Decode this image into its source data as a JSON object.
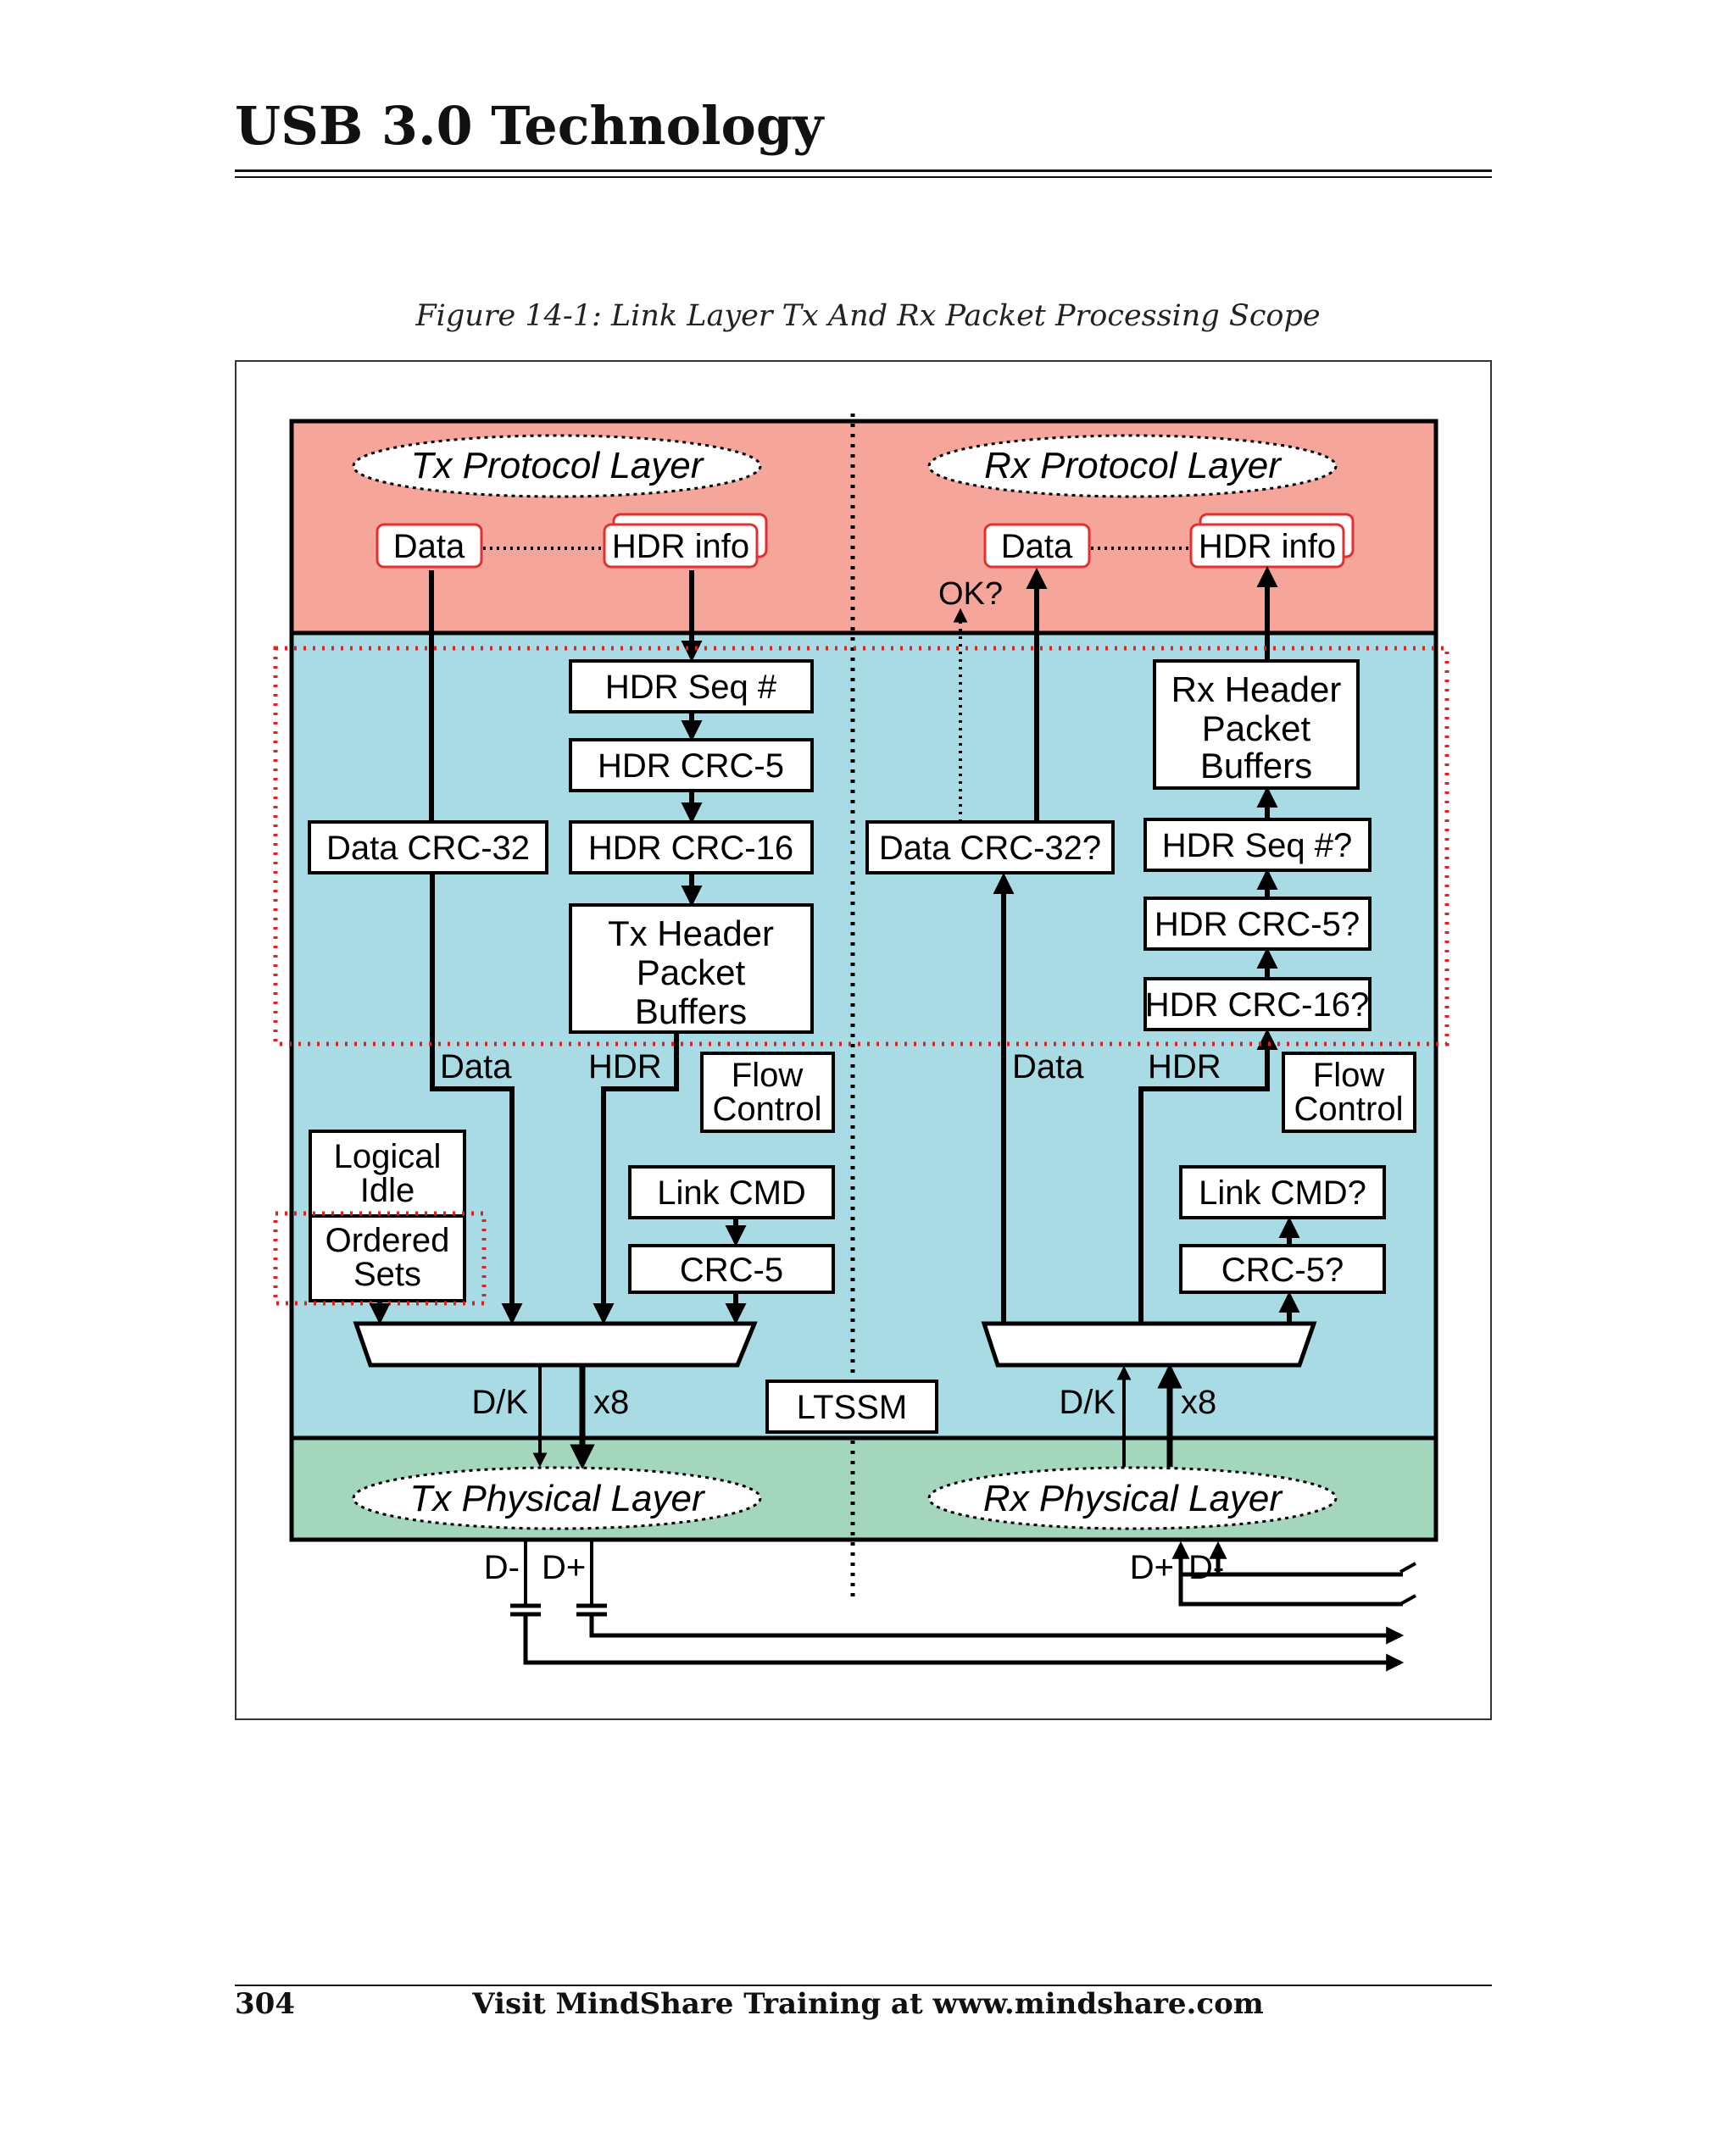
{
  "header": {
    "title": "USB 3.0 Technology"
  },
  "figure": {
    "caption": "Figure 14-1: Link Layer Tx And Rx Packet Processing Scope",
    "tx_protocol_layer": "Tx Protocol Layer",
    "rx_protocol_layer": "Rx Protocol Layer",
    "tx_physical_layer": "Tx Physical Layer",
    "rx_physical_layer": "Rx Physical Layer",
    "tx_data": "Data",
    "tx_hdr_info": "HDR info",
    "rx_data": "Data",
    "rx_hdr_info": "HDR info",
    "ok_label": "OK?",
    "hdr_seq": "HDR Seq #",
    "hdr_crc5": "HDR CRC-5",
    "hdr_crc16": "HDR CRC-16",
    "data_crc32": "Data CRC-32",
    "tx_header_buffers": [
      "Tx Header",
      "Packet",
      "Buffers"
    ],
    "rx_header_buffers": [
      "Rx Header",
      "Packet",
      "Buffers"
    ],
    "data_crc32_check": "Data CRC-32?",
    "hdr_seq_check": "HDR Seq #?",
    "hdr_crc5_check": "HDR CRC-5?",
    "hdr_crc16_check": "HDR CRC-16?",
    "tx_data_label": "Data",
    "tx_hdr_label": "HDR",
    "rx_data_label": "Data",
    "rx_hdr_label": "HDR",
    "flow_control": [
      "Flow",
      "Control"
    ],
    "logical_idle": [
      "Logical",
      "Idle"
    ],
    "ordered_sets": [
      "Ordered",
      "Sets"
    ],
    "link_cmd": "Link CMD",
    "crc5": "CRC-5",
    "link_cmd_check": "Link CMD?",
    "crc5_check": "CRC-5?",
    "ltssm": "LTSSM",
    "dk": "D/K",
    "x8": "x8",
    "d_minus": "D-",
    "d_plus": "D+"
  },
  "footer": {
    "page_number": "304",
    "text": "Visit MindShare Training at www.mindshare.com"
  },
  "colors": {
    "protocol_layer": "#f5a59a",
    "link_layer": "#a8dbe3",
    "physical_layer": "#a3d6bd",
    "scope_outline": "#e02020",
    "label_border": "#e03030"
  }
}
